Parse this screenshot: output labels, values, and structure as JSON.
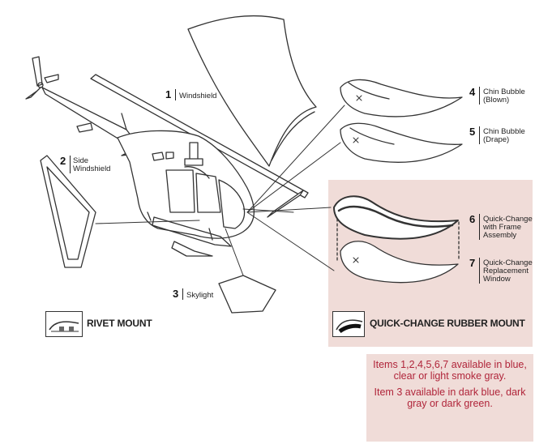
{
  "parts": [
    {
      "number": "1",
      "label": "Windshield"
    },
    {
      "number": "2",
      "label_line1": "Side",
      "label_line2": "Windshield"
    },
    {
      "number": "3",
      "label": "Skylight"
    },
    {
      "number": "4",
      "label_line1": "Chin Bubble",
      "label_line2": "(Blown)"
    },
    {
      "number": "5",
      "label_line1": "Chin Bubble",
      "label_line2": "(Drape)"
    },
    {
      "number": "6",
      "label_line1": "Quick-Change",
      "label_line2": "with Frame",
      "label_line3": "Assembly"
    },
    {
      "number": "7",
      "label_line1": "Quick-Change",
      "label_line2": "Replacement",
      "label_line3": "Window"
    }
  ],
  "mounts": {
    "rivet": "RIVET MOUNT",
    "quick_change": "QUICK-CHANGE RUBBER MOUNT"
  },
  "note": {
    "line1": "Items 1,2,4,5,6,7 available in blue, clear or light smoke gray.",
    "line2": "Item 3 available in dark blue, dark gray or dark green."
  },
  "colors": {
    "panel_bg": "#f0dcd8",
    "note_text": "#b0253a",
    "line": "#333333"
  }
}
